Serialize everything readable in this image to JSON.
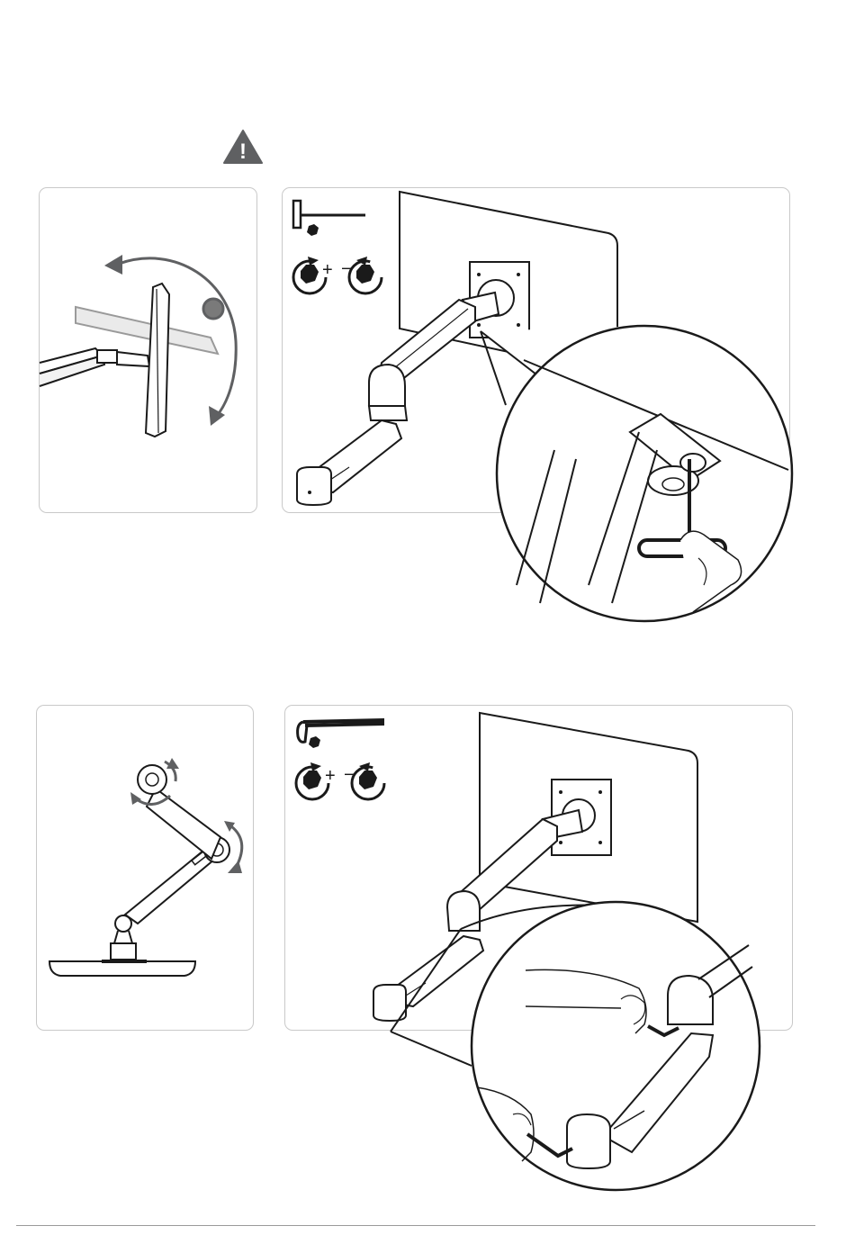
{
  "warning": {
    "icon": "warning-triangle-icon",
    "glyph": "!",
    "color": "#5f6062"
  },
  "section1": {
    "left_panel": {
      "illustration": "monitor-tilt-rotation"
    },
    "right_panel": {
      "tool_icon": "t-handle-hex-key-icon",
      "tighten_icon": "tighten-clockwise-plus-icon",
      "loosen_icon": "loosen-counterclockwise-minus-icon",
      "tighten_sign": "+",
      "loosen_sign": "−",
      "illustration": "tilt-tension-adjustment-detail"
    }
  },
  "section2": {
    "left_panel": {
      "illustration": "arm-joint-rotation"
    },
    "right_panel": {
      "tool_icon": "l-hex-key-icon",
      "tighten_icon": "tighten-clockwise-plus-icon",
      "loosen_icon": "loosen-counterclockwise-minus-icon",
      "tighten_sign": "+",
      "loosen_sign": "−",
      "illustration": "arm-joint-tension-adjustment-detail"
    }
  },
  "colors": {
    "line": "#1a1a1a",
    "panel_border": "#c9c9c9",
    "arrow": "#5f6062",
    "footer": "#9a9a9a"
  }
}
